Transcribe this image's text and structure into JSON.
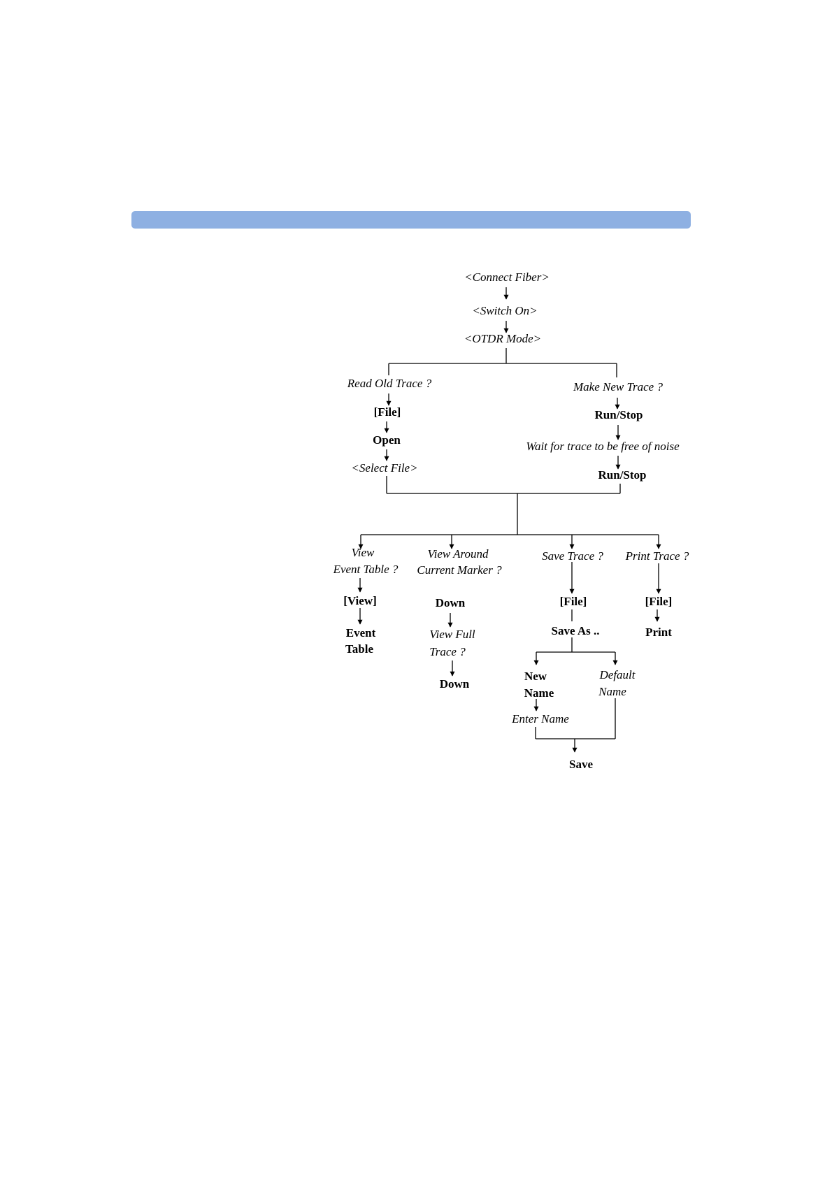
{
  "header": {
    "color": "#8eb0e2"
  },
  "labels": {
    "connect_fiber": "<Connect Fiber>",
    "switch_on": "<Switch On>",
    "otdr_mode": "<OTDR Mode>",
    "read_old_trace": "Read Old Trace ?",
    "file_1": "[File]",
    "open": "Open",
    "select_file": "<Select File>",
    "make_new_trace": "Make New Trace ?",
    "run_stop_1": "Run/Stop",
    "wait_for_trace": "Wait for trace to be free of noise",
    "run_stop_2": "Run/Stop",
    "view": "View",
    "event_table_q": "Event Table ?",
    "view_btn": "[View]",
    "event": "Event",
    "table": "Table",
    "view_around": "View Around",
    "current_marker": "Current Marker ?",
    "down_1": "Down",
    "view_full": "View Full",
    "trace_q": "Trace ?",
    "down_2": "Down",
    "save_trace": "Save Trace ?",
    "file_2": "[File]",
    "save_as": "Save As ..",
    "new": "New",
    "name": "Name",
    "default": "Default",
    "default_name": "Name",
    "enter_name": "Enter Name",
    "save": "Save",
    "print_trace": "Print Trace ?",
    "file_3": "[File]",
    "print": "Print"
  }
}
